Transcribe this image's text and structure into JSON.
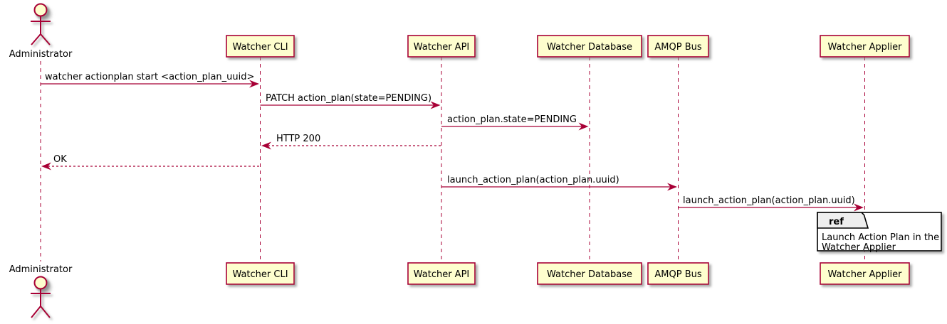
{
  "diagram": {
    "type": "uml-sequence-diagram",
    "colors": {
      "accent": "#A80036",
      "participant_fill": "#FEFECE",
      "ref_tab_fill": "#EEEEEE",
      "ref_body_fill": "#FFFFFF",
      "text": "#000000",
      "background": "#FFFFFF"
    },
    "actor": {
      "name": "Administrator",
      "icon": "actor-stick-figure-icon"
    },
    "participants": [
      {
        "label": "Watcher CLI"
      },
      {
        "label": "Watcher API"
      },
      {
        "label": "Watcher Database"
      },
      {
        "label": "AMQP Bus"
      },
      {
        "label": "Watcher Applier"
      }
    ],
    "messages": [
      {
        "from": "Administrator",
        "to": "Watcher CLI",
        "label": "watcher actionplan start <action_plan_uuid>",
        "line": "solid",
        "direction": "right"
      },
      {
        "from": "Watcher CLI",
        "to": "Watcher API",
        "label": "PATCH action_plan(state=PENDING)",
        "line": "solid",
        "direction": "right"
      },
      {
        "from": "Watcher API",
        "to": "Watcher Database",
        "label": "action_plan.state=PENDING",
        "line": "solid",
        "direction": "right"
      },
      {
        "from": "Watcher API",
        "to": "Watcher CLI",
        "label": "HTTP 200",
        "line": "dashed",
        "direction": "left"
      },
      {
        "from": "Watcher CLI",
        "to": "Administrator",
        "label": "OK",
        "line": "dashed",
        "direction": "left"
      },
      {
        "from": "Watcher API",
        "to": "AMQP Bus",
        "label": "launch_action_plan(action_plan.uuid)",
        "line": "solid",
        "direction": "right"
      },
      {
        "from": "AMQP Bus",
        "to": "Watcher Applier",
        "label": "launch_action_plan(action_plan.uuid)",
        "line": "solid",
        "direction": "right"
      }
    ],
    "ref": {
      "keyword": "ref",
      "line1": "Launch Action Plan in the",
      "line2": "Watcher Applier"
    }
  }
}
